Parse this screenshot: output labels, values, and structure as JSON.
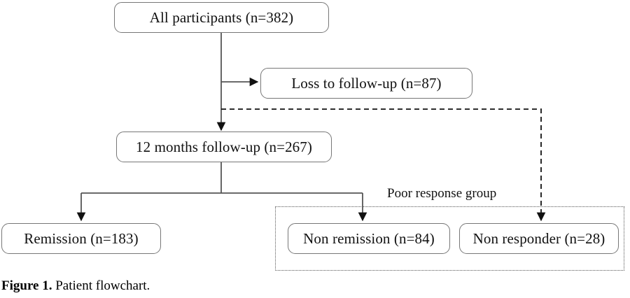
{
  "figure": {
    "caption_label": "Figure 1.",
    "caption_text": "Patient flowchart."
  },
  "colors": {
    "box_border": "#777777",
    "line": "#333333",
    "group_border": "#555555",
    "text": "#111111",
    "background": "#ffffff"
  },
  "chart_data": {
    "type": "diagram",
    "title": "Patient flowchart",
    "nodes": [
      {
        "id": "all",
        "label": "All participants (n=382)",
        "n": 382
      },
      {
        "id": "loss",
        "label": "Loss to follow-up (n=87)",
        "n": 87
      },
      {
        "id": "followup",
        "label": "12 months follow-up (n=267)",
        "n": 267
      },
      {
        "id": "remission",
        "label": "Remission (n=183)",
        "n": 183
      },
      {
        "id": "nonremission",
        "label": "Non remission (n=84)",
        "n": 84
      },
      {
        "id": "nonresponder",
        "label": "Non responder (n=28)",
        "n": 28
      }
    ],
    "groups": [
      {
        "id": "poor",
        "label": "Poor response group",
        "members": [
          "nonremission",
          "nonresponder"
        ]
      }
    ],
    "edges": [
      {
        "from": "all",
        "to": "loss",
        "style": "solid"
      },
      {
        "from": "all",
        "to": "followup",
        "style": "solid"
      },
      {
        "from": "followup",
        "to": "remission",
        "style": "solid"
      },
      {
        "from": "followup",
        "to": "nonremission",
        "style": "solid"
      },
      {
        "from": "all",
        "to": "nonresponder",
        "style": "dashed"
      }
    ]
  },
  "nodes": {
    "all_participants": "All participants (n=382)",
    "loss_to_followup": "Loss to follow-up (n=87)",
    "twelve_months_followup": "12 months follow-up (n=267)",
    "remission": "Remission (n=183)",
    "non_remission": "Non remission (n=84)",
    "non_responder": "Non responder (n=28)"
  },
  "group": {
    "poor_response_label": "Poor response group"
  }
}
